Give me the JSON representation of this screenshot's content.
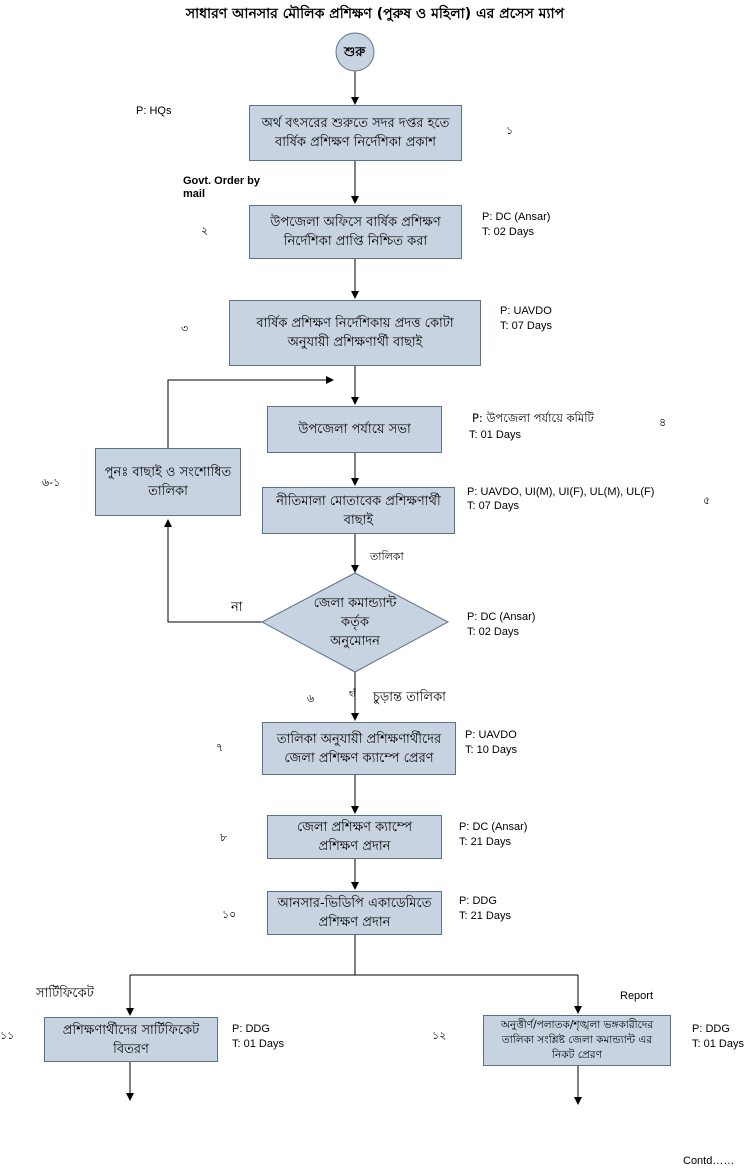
{
  "title": "সাধারণ আনসার মৌলিক প্রশিক্ষণ (পুরুষ ও মহিলা) এর প্রসেস ম্যাপ",
  "start": "শুরু",
  "steps": [
    {
      "id": "s1",
      "text": "অর্থ বৎসরের শুরুতে সদর দপ্তর হতে\nবার্ষিক প্রশিক্ষণ নির্দেশিকা প্রকাশ",
      "num": "১",
      "p": "P: HQs",
      "t": ""
    },
    {
      "id": "s2",
      "text": "উপজেলা অফিসে বার্ষিক প্রশিক্ষণ\nনির্দেশিকা প্রাপ্তি নিশ্চিত করা",
      "num": "২",
      "p": "P: DC (Ansar)",
      "t": "T: 02 Days"
    },
    {
      "id": "s3",
      "text": "বার্ষিক প্রশিক্ষণ নির্দেশিকায় প্রদত্ত কোটা\nঅনুযায়ী প্রশিক্ষণার্থী বাছাই",
      "num": "৩",
      "p": "P: UAVDO",
      "t": "T: 07 Days"
    },
    {
      "id": "s4",
      "text": "উপজেলা পর্যায়ে সভা",
      "num": "৪",
      "p": "P: উপজেলা পর্যায়ে কমিটি",
      "t": "T: 01 Days"
    },
    {
      "id": "s5",
      "text": "নীতিমালা মোতাবেক প্রশিক্ষণার্থী\nবাছাই",
      "num": "৫",
      "p": "P: UAVDO, UI(M), UI(F), UL(M), UL(F)",
      "t": "T: 07 Days"
    },
    {
      "id": "s61",
      "text": "পুনঃ  বাছাই ও সংশোধিত\nতালিকা",
      "num": "৬-১",
      "p": "",
      "t": ""
    },
    {
      "id": "s6",
      "text": "জেলা কমান্ড্যান্ট\nকর্তৃক\nঅনুমোদন",
      "num": "৬",
      "p": "P: DC (Ansar)",
      "t": "T: 02 Days"
    },
    {
      "id": "s7",
      "text": "তালিকা অনুযায়ী প্রশিক্ষণার্থীদের\nজেলা প্রশিক্ষণ ক্যাম্পে প্রেরণ",
      "num": "৭",
      "p": "P: UAVDO",
      "t": "T: 10 Days"
    },
    {
      "id": "s8",
      "text": "জেলা প্রশিক্ষণ ক্যাম্পে\nপ্রশিক্ষণ প্রদান",
      "num": "৮",
      "p": "P: DC (Ansar)",
      "t": "T: 21 Days"
    },
    {
      "id": "s10",
      "text": "আনসার-ভিডিপি একাডেমিতে\nপ্রশিক্ষণ প্রদান",
      "num": "১০",
      "p": "P: DDG",
      "t": "T: 21 Days"
    },
    {
      "id": "s11",
      "text": "প্রশিক্ষণার্থীদের  সার্টিফিকেট\nবিতরণ",
      "num": "১১",
      "p": "P: DDG",
      "t": "T: 01 Days"
    },
    {
      "id": "s12",
      "text": "অনুত্তীর্ণ/পলাতক/শৃঙ্খলা ভঙ্গকারীদের\nতালিকা সংশ্লিষ্ট  জেলা কমান্ড্যান্ট এর\nনিকট প্রেরণ",
      "num": "১২",
      "p": "P: DDG",
      "t": "T: 01 Days"
    }
  ],
  "labels": {
    "govt_order": "Govt.  Order by\nmail",
    "talika": "তালিকা",
    "na": "না",
    "ha": "হাঁ",
    "final_list": "চুড়ান্ত তালিকা",
    "certificate": "সার্টিফিকেট",
    "report": "Report",
    "contd": "Contd……"
  },
  "colors": {
    "box_fill": "#c8d3e2",
    "box_border": "#5f7388",
    "start_fill": "#c8d3e2"
  }
}
